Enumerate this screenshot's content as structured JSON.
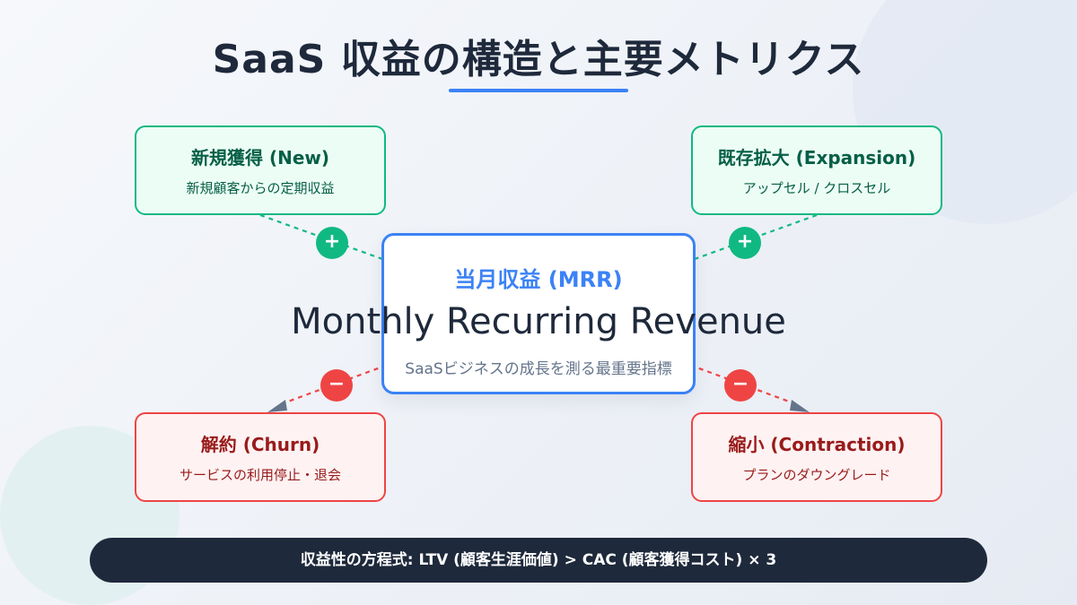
{
  "title": "SaaS 収益の構造と主要メトリクス",
  "colors": {
    "accent": "#3b82f6",
    "positive": "#10b981",
    "negative": "#ef4444",
    "dark": "#1e293b",
    "arrow": "#64748b"
  },
  "center": {
    "label": "当月収益 (MRR)",
    "main": "Monthly Recurring Revenue",
    "sub": "SaaSビジネスの成長を測る最重要指標"
  },
  "nodes": {
    "new": {
      "title": "新規獲得 (New)",
      "desc": "新規顧客からの定期収益",
      "sign": "+",
      "icon": "plus-icon"
    },
    "expansion": {
      "title": "既存拡大 (Expansion)",
      "desc": "アップセル / クロスセル",
      "sign": "+",
      "icon": "plus-icon"
    },
    "churn": {
      "title": "解約 (Churn)",
      "desc": "サービスの利用停止・退会",
      "sign": "−",
      "icon": "minus-icon"
    },
    "contraction": {
      "title": "縮小 (Contraction)",
      "desc": "プランのダウングレード",
      "sign": "−",
      "icon": "minus-icon"
    }
  },
  "footer": {
    "formula": "収益性の方程式: LTV (顧客生涯価値) > CAC (顧客獲得コスト) × 3"
  }
}
